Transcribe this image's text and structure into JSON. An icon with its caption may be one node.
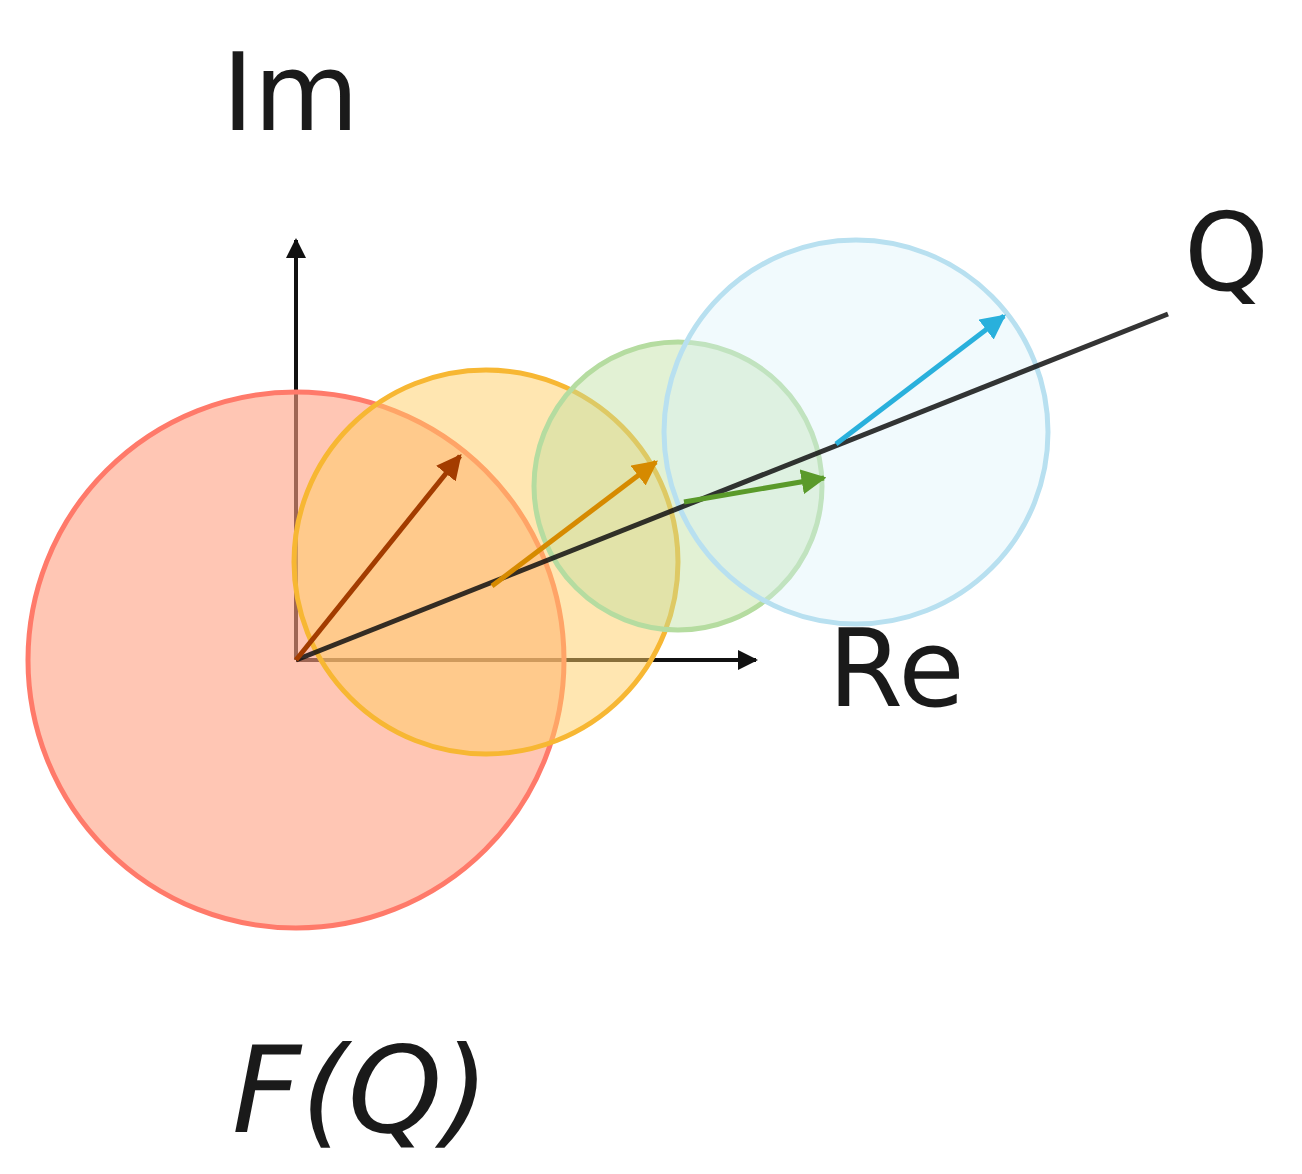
{
  "diagram": {
    "labels": [
      "Im",
      "Q",
      "Re",
      "F(Q)"
    ]
  }
}
